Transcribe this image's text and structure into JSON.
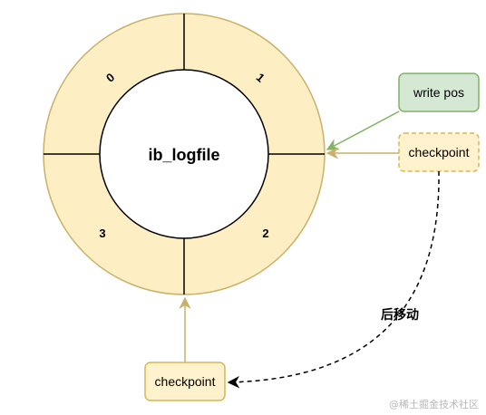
{
  "center_label": "ib_logfile",
  "segments": [
    "0",
    "1",
    "2",
    "3"
  ],
  "write_pos_label": "write pos",
  "checkpoint_right_label": "checkpoint",
  "checkpoint_bottom_label": "checkpoint",
  "move_label": "后移动",
  "watermark": "@稀土掘金技术社区",
  "colors": {
    "ring_fill": "#fdefc3",
    "ring_stroke": "#c9b16a",
    "write_pos_fill": "#d5e8d4",
    "write_pos_stroke": "#82b366",
    "checkpoint_fill": "#fff2cc",
    "checkpoint_stroke": "#d6b656"
  }
}
